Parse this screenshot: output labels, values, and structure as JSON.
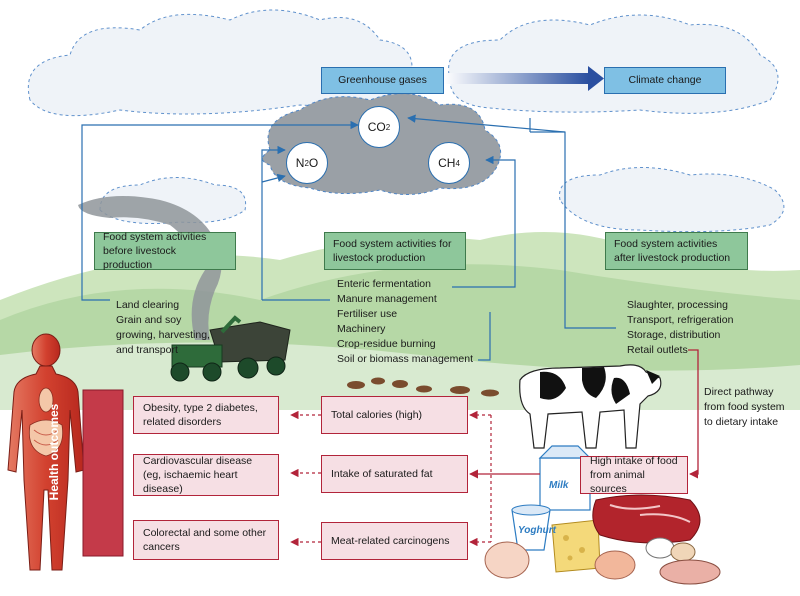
{
  "greenhouse": {
    "label": "Greenhouse gases",
    "climate_label": "Climate change",
    "gases": [
      {
        "formula": "CO",
        "subscript": "2"
      },
      {
        "formula": "N",
        "subscript": "2",
        "suffix": "O"
      },
      {
        "formula": "CH",
        "subscript": "4"
      }
    ]
  },
  "stages": {
    "before": "Food system activities before livestock production",
    "for": "Food system activities for livestock production",
    "after": "Food system activities after livestock production"
  },
  "before_items": [
    "Land clearing",
    "Grain and soy",
    "growing, harvesting,",
    "and transport"
  ],
  "for_items": [
    "Enteric fermentation",
    "Manure management",
    "Fertiliser use",
    "Machinery",
    "Crop-residue burning",
    "Soil or biomass management"
  ],
  "after_items": [
    "Slaughter, processing",
    "Transport, refrigeration",
    "Storage, distribution",
    "Retail outlets"
  ],
  "direct_pathway": [
    "Direct pathway",
    "from food system",
    "to dietary intake"
  ],
  "intake": {
    "high_intake": "High intake of food from animal sources",
    "factors": [
      "Total calories (high)",
      "Intake of saturated fat",
      "Meat-related carcinogens"
    ]
  },
  "health": {
    "title": "Health outcomes",
    "outcomes": [
      "Obesity, type 2 diabetes, related disorders",
      "Cardiovascular disease (eg, ischaemic heart disease)",
      "Colorectal and some other cancers"
    ]
  },
  "packages": {
    "milk": "Milk",
    "yoghurt": "Yoghurt"
  },
  "colors": {
    "arrow_blue": "#2a6fb0",
    "dark_red": "#b2243a",
    "box_blue": "#7fc0e4",
    "box_green": "#8ec79b",
    "box_pink": "#f6dfe4",
    "hill_green": "#b6d8a6"
  }
}
